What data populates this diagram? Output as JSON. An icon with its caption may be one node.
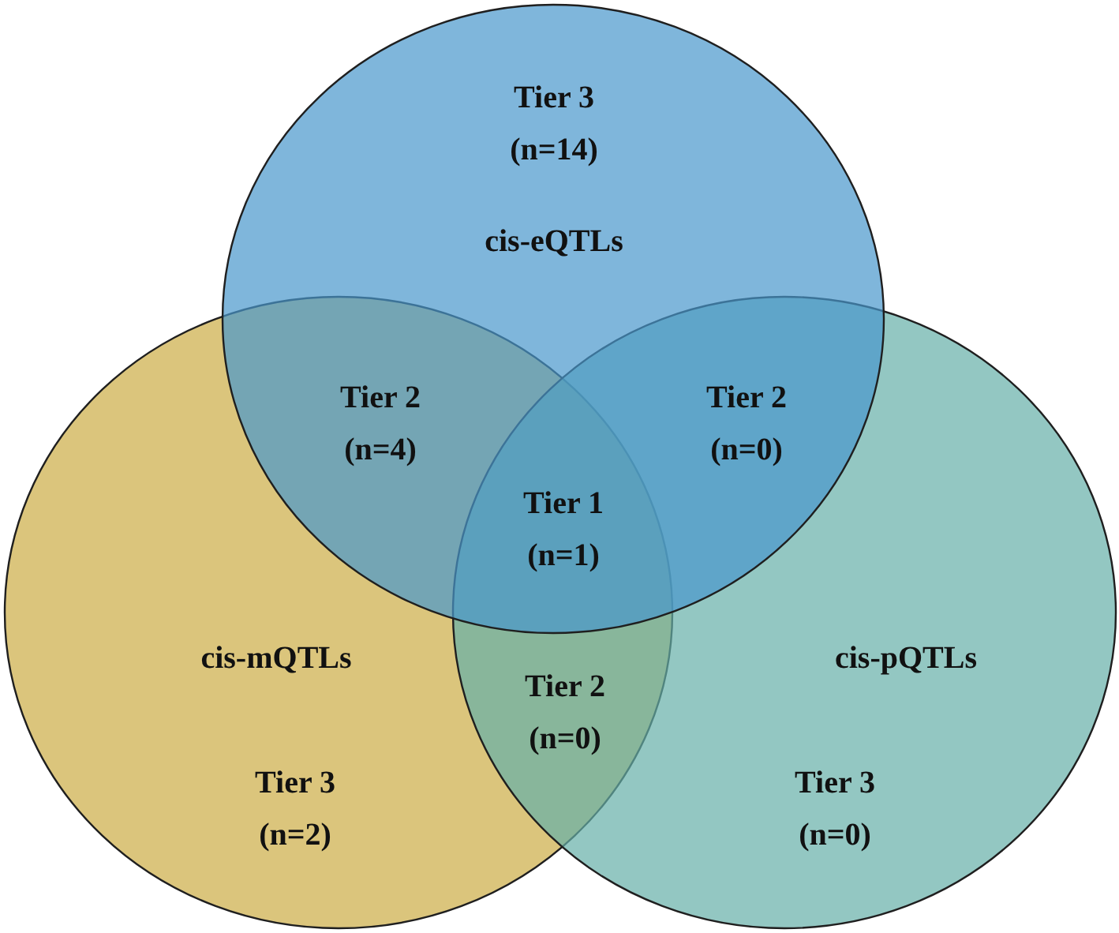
{
  "diagram": {
    "nodes": [
      {
        "text": [
          "Tier 3 (n=14)",
          "cis-eQTLs"
        ]
      },
      {
        "text": [
          "cis-mQTLs",
          "Tier 3 (n=2)"
        ]
      },
      {
        "text": [
          "cis-pQTLs",
          "Tier 3 (n=0)"
        ]
      }
    ],
    "labels": [
      "Tier 2 (n=4)",
      "Tier 2 (n=0)",
      "Tier 1 (n=1)",
      "Tier 2 (n=0)"
    ]
  }
}
